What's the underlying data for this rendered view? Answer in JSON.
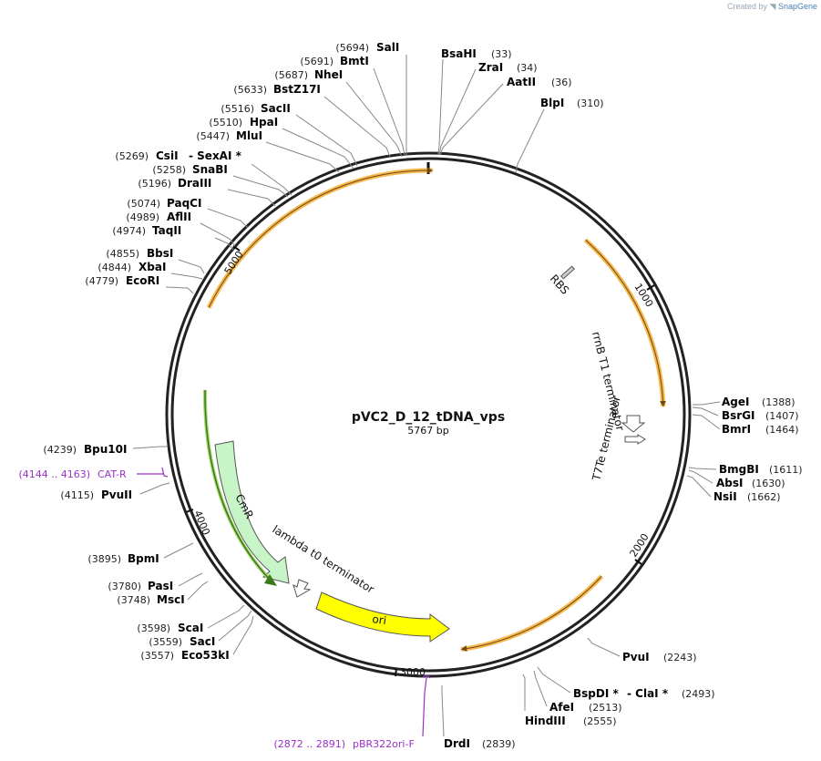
{
  "credit": {
    "prefix": "Created by",
    "brand": "SnapGene"
  },
  "plasmid": {
    "name": "pVC2_D_12_tDNA_vps",
    "length": "5767 bp"
  },
  "ticks": [
    {
      "label": "1000",
      "bp": 1000
    },
    {
      "label": "2000",
      "bp": 2000
    },
    {
      "label": "3000",
      "bp": 3000
    },
    {
      "label": "4000",
      "bp": 4000
    },
    {
      "label": "5000",
      "bp": 5000
    }
  ],
  "enzymes": [
    {
      "name": "SalI",
      "pos": "(5694)",
      "bp": 5694
    },
    {
      "name": "BmtI",
      "pos": "(5691)",
      "bp": 5691
    },
    {
      "name": "NheI",
      "pos": "(5687)",
      "bp": 5687
    },
    {
      "name": "BstZ17I",
      "pos": "(5633)",
      "bp": 5633
    },
    {
      "name": "SacII",
      "pos": "(5516)",
      "bp": 5516
    },
    {
      "name": "HpaI",
      "pos": "(5510)",
      "bp": 5510
    },
    {
      "name": "MluI",
      "pos": "(5447)",
      "bp": 5447
    },
    {
      "name": "CsiI",
      "pos": "(5269)",
      "extra": "- SexAI *",
      "bp": 5269
    },
    {
      "name": "SnaBI",
      "pos": "(5258)",
      "bp": 5258
    },
    {
      "name": "DraIII",
      "pos": "(5196)",
      "bp": 5196
    },
    {
      "name": "PaqCI",
      "pos": "(5074)",
      "bp": 5074
    },
    {
      "name": "AflII",
      "pos": "(4989)",
      "bp": 4989
    },
    {
      "name": "TaqII",
      "pos": "(4974)",
      "bp": 4974
    },
    {
      "name": "BbsI",
      "pos": "(4855)",
      "bp": 4855
    },
    {
      "name": "XbaI",
      "pos": "(4844)",
      "bp": 4844
    },
    {
      "name": "EcoRI",
      "pos": "(4779)",
      "bp": 4779
    },
    {
      "name": "Bpu10I",
      "pos": "(4239)",
      "bp": 4239
    },
    {
      "name": "PvuII",
      "pos": "(4115)",
      "bp": 4115
    },
    {
      "name": "BpmI",
      "pos": "(3895)",
      "bp": 3895
    },
    {
      "name": "PasI",
      "pos": "(3780)",
      "bp": 3780
    },
    {
      "name": "MscI",
      "pos": "(3748)",
      "bp": 3748
    },
    {
      "name": "ScaI",
      "pos": "(3598)",
      "bp": 3598
    },
    {
      "name": "SacI",
      "pos": "(3559)",
      "bp": 3559
    },
    {
      "name": "Eco53kI",
      "pos": "(3557)",
      "bp": 3557
    },
    {
      "name": "BsaHI",
      "pos": "(33)",
      "bp": 33
    },
    {
      "name": "ZraI",
      "pos": "(34)",
      "bp": 34
    },
    {
      "name": "AatII",
      "pos": "(36)",
      "bp": 36
    },
    {
      "name": "BlpI",
      "pos": "(310)",
      "bp": 310
    },
    {
      "name": "AgeI",
      "pos": "(1388)",
      "bp": 1388
    },
    {
      "name": "BsrGI",
      "pos": "(1407)",
      "bp": 1407
    },
    {
      "name": "BmrI",
      "pos": "(1464)",
      "bp": 1464
    },
    {
      "name": "BmgBI",
      "pos": "(1611)",
      "bp": 1611
    },
    {
      "name": "AbsI",
      "pos": "(1630)",
      "bp": 1630
    },
    {
      "name": "NsiI",
      "pos": "(1662)",
      "bp": 1662
    },
    {
      "name": "PvuI",
      "pos": "(2243)",
      "bp": 2243
    },
    {
      "name": "BspDI *",
      "pos": "(2493)",
      "extra": "- ClaI *",
      "bp": 2493
    },
    {
      "name": "AfeI",
      "pos": "(2513)",
      "bp": 2513
    },
    {
      "name": "HindIII",
      "pos": "(2555)",
      "bp": 2555
    },
    {
      "name": "DrdI",
      "pos": "(2839)",
      "bp": 2839
    }
  ],
  "primers": [
    {
      "name": "CAT-R",
      "pos": "(4144 .. 4163)"
    },
    {
      "name": "pBR322ori-F",
      "pos": "(2872 .. 2891)"
    }
  ],
  "features": [
    {
      "name": "RBS"
    },
    {
      "name": "rrnB T1 terminator"
    },
    {
      "name": "T7Te terminator"
    },
    {
      "name": "CmR"
    },
    {
      "name": "lambda t0 terminator"
    },
    {
      "name": "ori"
    }
  ],
  "colors": {
    "backbone": "#222222",
    "orange_feature": "#f5a623",
    "cmr": "#c8f5c8",
    "ori": "#ffff00",
    "green_line": "#3a7a1a",
    "primer": "#9b30c9",
    "leader_line": "#888888"
  }
}
